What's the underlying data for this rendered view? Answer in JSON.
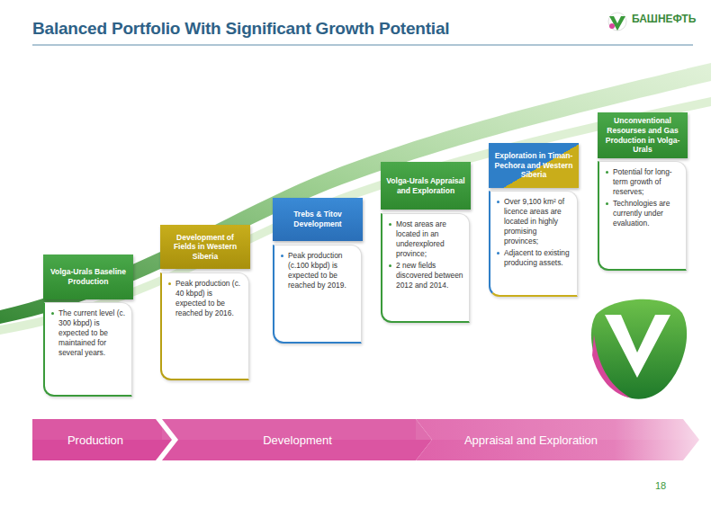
{
  "diagram": {
    "title": "Balanced Portfolio With Significant Growth Potential",
    "nodes": [
      {
        "text": [
          "Volga-Urals Baseline Production"
        ]
      },
      {
        "text": [
          "The current level (c. 300 kbpd) is expected to be maintained for several years."
        ]
      },
      {
        "text": [
          "Development of Fields in Western Siberia"
        ]
      },
      {
        "text": [
          "Peak production (c. 40 kbpd) is expected to be reached by 2016."
        ]
      },
      {
        "text": [
          "Trebs & Titov Development"
        ]
      },
      {
        "text": [
          "Peak production (c.100 kbpd) is expected to be reached by 2019."
        ]
      },
      {
        "text": [
          "Volga-Urals Appraisal and Exploration"
        ]
      },
      {
        "text": [
          "Most areas are located in an underexplored province;",
          "2 new fields discovered between 2012 and 2014."
        ]
      },
      {
        "text": [
          "Exploration in Timan-Pechora and Western Siberia"
        ]
      },
      {
        "text": [
          "Over 9,100 km² of licence areas are located in highly promising provinces;",
          "Adjacent to existing producing assets."
        ]
      },
      {
        "text": [
          "Unconventional Resourses and Gas Production in Volga-Urals"
        ]
      },
      {
        "text": [
          "Potential for long-term growth of reserves;",
          "Technologies are currently under evaluation."
        ]
      },
      {
        "text": [
          "Production"
        ]
      },
      {
        "text": [
          "Development"
        ]
      },
      {
        "text": [
          "Appraisal and Exploration"
        ]
      }
    ],
    "labels": [
      "БАШНЕФТЬ",
      "18"
    ]
  }
}
